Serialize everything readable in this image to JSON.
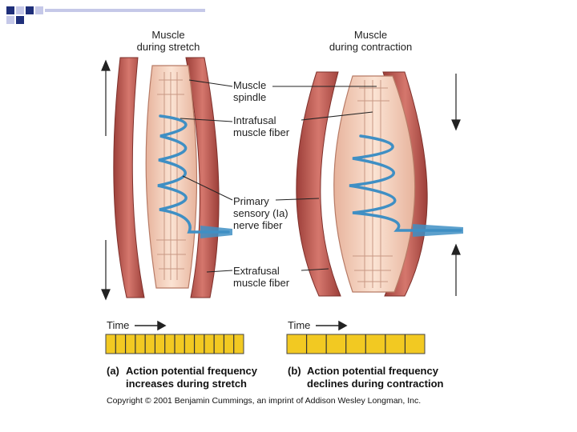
{
  "headings": {
    "stretch_line1": "Muscle",
    "stretch_line2": "during stretch",
    "contract_line1": "Muscle",
    "contract_line2": "during contraction"
  },
  "labels": {
    "spindle_line1": "Muscle",
    "spindle_line2": "spindle",
    "intrafusal_line1": "Intrafusal",
    "intrafusal_line2": "muscle fiber",
    "nerve_line1": "Primary",
    "nerve_line2": "sensory (Ia)",
    "nerve_line3": "nerve fiber",
    "extrafusal_line1": "Extrafusal",
    "extrafusal_line2": "muscle fiber"
  },
  "recordings": {
    "time_label": "Time",
    "a_letter": "(a)",
    "a_line1": "Action potential frequency",
    "a_line2": "increases during stretch",
    "b_letter": "(b)",
    "b_line1": "Action potential frequency",
    "b_line2": "declines during contraction",
    "a_spike_count": 13,
    "b_spike_count": 6
  },
  "copyright": "Copyright © 2001 Benjamin Cummings, an imprint of Addison Wesley Longman, Inc.",
  "colors": {
    "muscle": "#c4615a",
    "muscle_dark": "#8e3a35",
    "spindle": "#f3cdb7",
    "nerve": "#3f8fc4",
    "bar": "#f2c922",
    "corner_navy": "#1f2f7a",
    "corner_lavender": "#c5c8e8"
  }
}
